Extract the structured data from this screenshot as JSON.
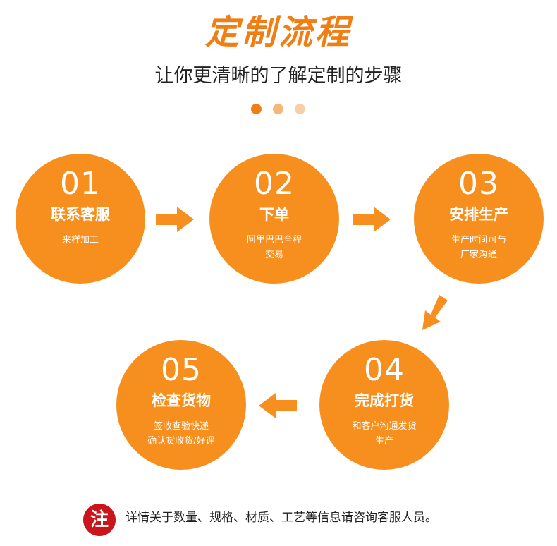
{
  "header": {
    "title": "定制流程",
    "subtitle": "让你更清晰的了解定制的步骤"
  },
  "colors": {
    "accent": "#f07e13",
    "circle": "#f78f1e",
    "dot_mid": "#f5b677",
    "dot_light": "#f8cea6",
    "note_badge": "#c9161c"
  },
  "steps": [
    {
      "number": "01",
      "title": "联系客服",
      "desc_line1": "来样加工",
      "desc_line2": ""
    },
    {
      "number": "02",
      "title": "下单",
      "desc_line1": "阿里巴巴全程",
      "desc_line2": "交易"
    },
    {
      "number": "03",
      "title": "安排生产",
      "desc_line1": "生产时间可与",
      "desc_line2": "厂家沟通"
    },
    {
      "number": "04",
      "title": "完成打货",
      "desc_line1": "和客户沟通发货",
      "desc_line2": "生产"
    },
    {
      "number": "05",
      "title": "检查货物",
      "desc_line1": "签收查验快递",
      "desc_line2": "确认货收货/好评"
    }
  ],
  "icons": {
    "arrow_right": "arrow-right-icon",
    "arrow_down_left": "arrow-down-left-icon",
    "arrow_left": "arrow-left-icon"
  },
  "note": {
    "badge": "注",
    "text": "详情关于数量、规格、材质、工艺等信息请咨询客服人员。"
  }
}
